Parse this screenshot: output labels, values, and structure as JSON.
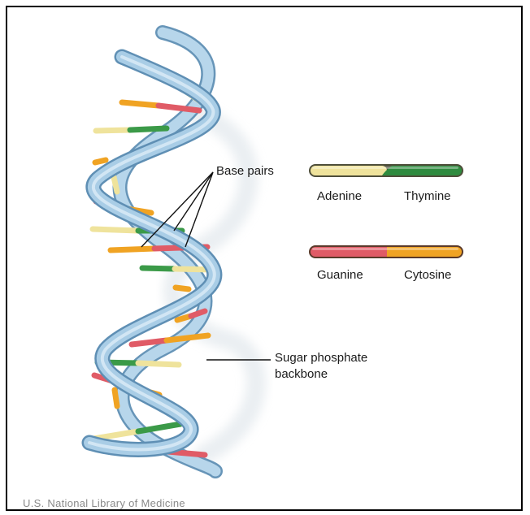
{
  "labels": {
    "base_pairs": "Base pairs",
    "sugar_backbone_line1": "Sugar phosphate",
    "sugar_backbone_line2": "backbone"
  },
  "legend": {
    "adenine": "Adenine",
    "thymine": "Thymine",
    "guanine": "Guanine",
    "cytosine": "Cytosine"
  },
  "credit": "U.S. National Library of Medicine",
  "colors": {
    "adenine": "#efe39c",
    "thymine": "#3b9a48",
    "guanine": "#e05b66",
    "cytosine": "#f0a323",
    "backbone": "#a9cde6",
    "backbone_edge": "#5f8fb4",
    "shadow": "#e3e8ec"
  }
}
